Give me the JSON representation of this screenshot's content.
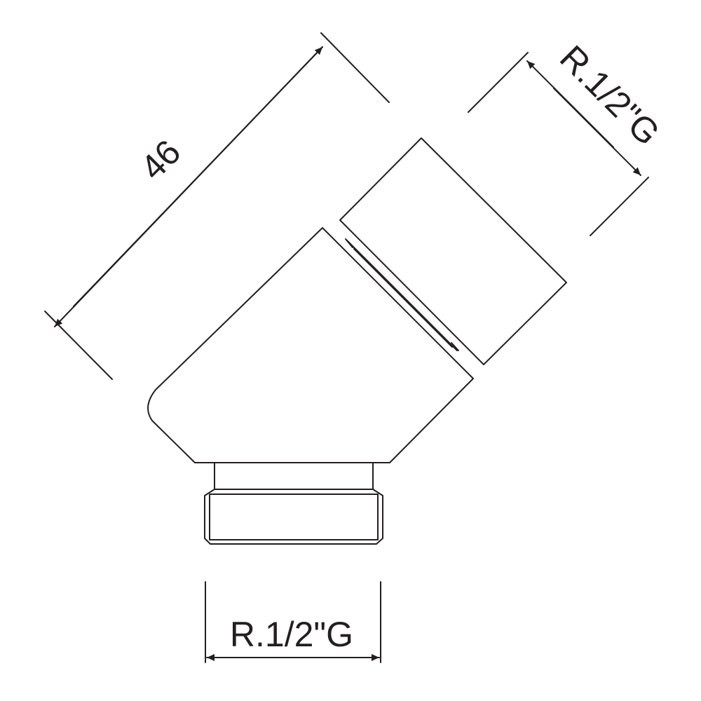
{
  "dimensions": {
    "length": "46",
    "top_thread": "R.1/2\"G",
    "bottom_thread": "R.1/2\"G"
  },
  "colors": {
    "stroke": "#231f20",
    "fill": "#ffffff"
  }
}
